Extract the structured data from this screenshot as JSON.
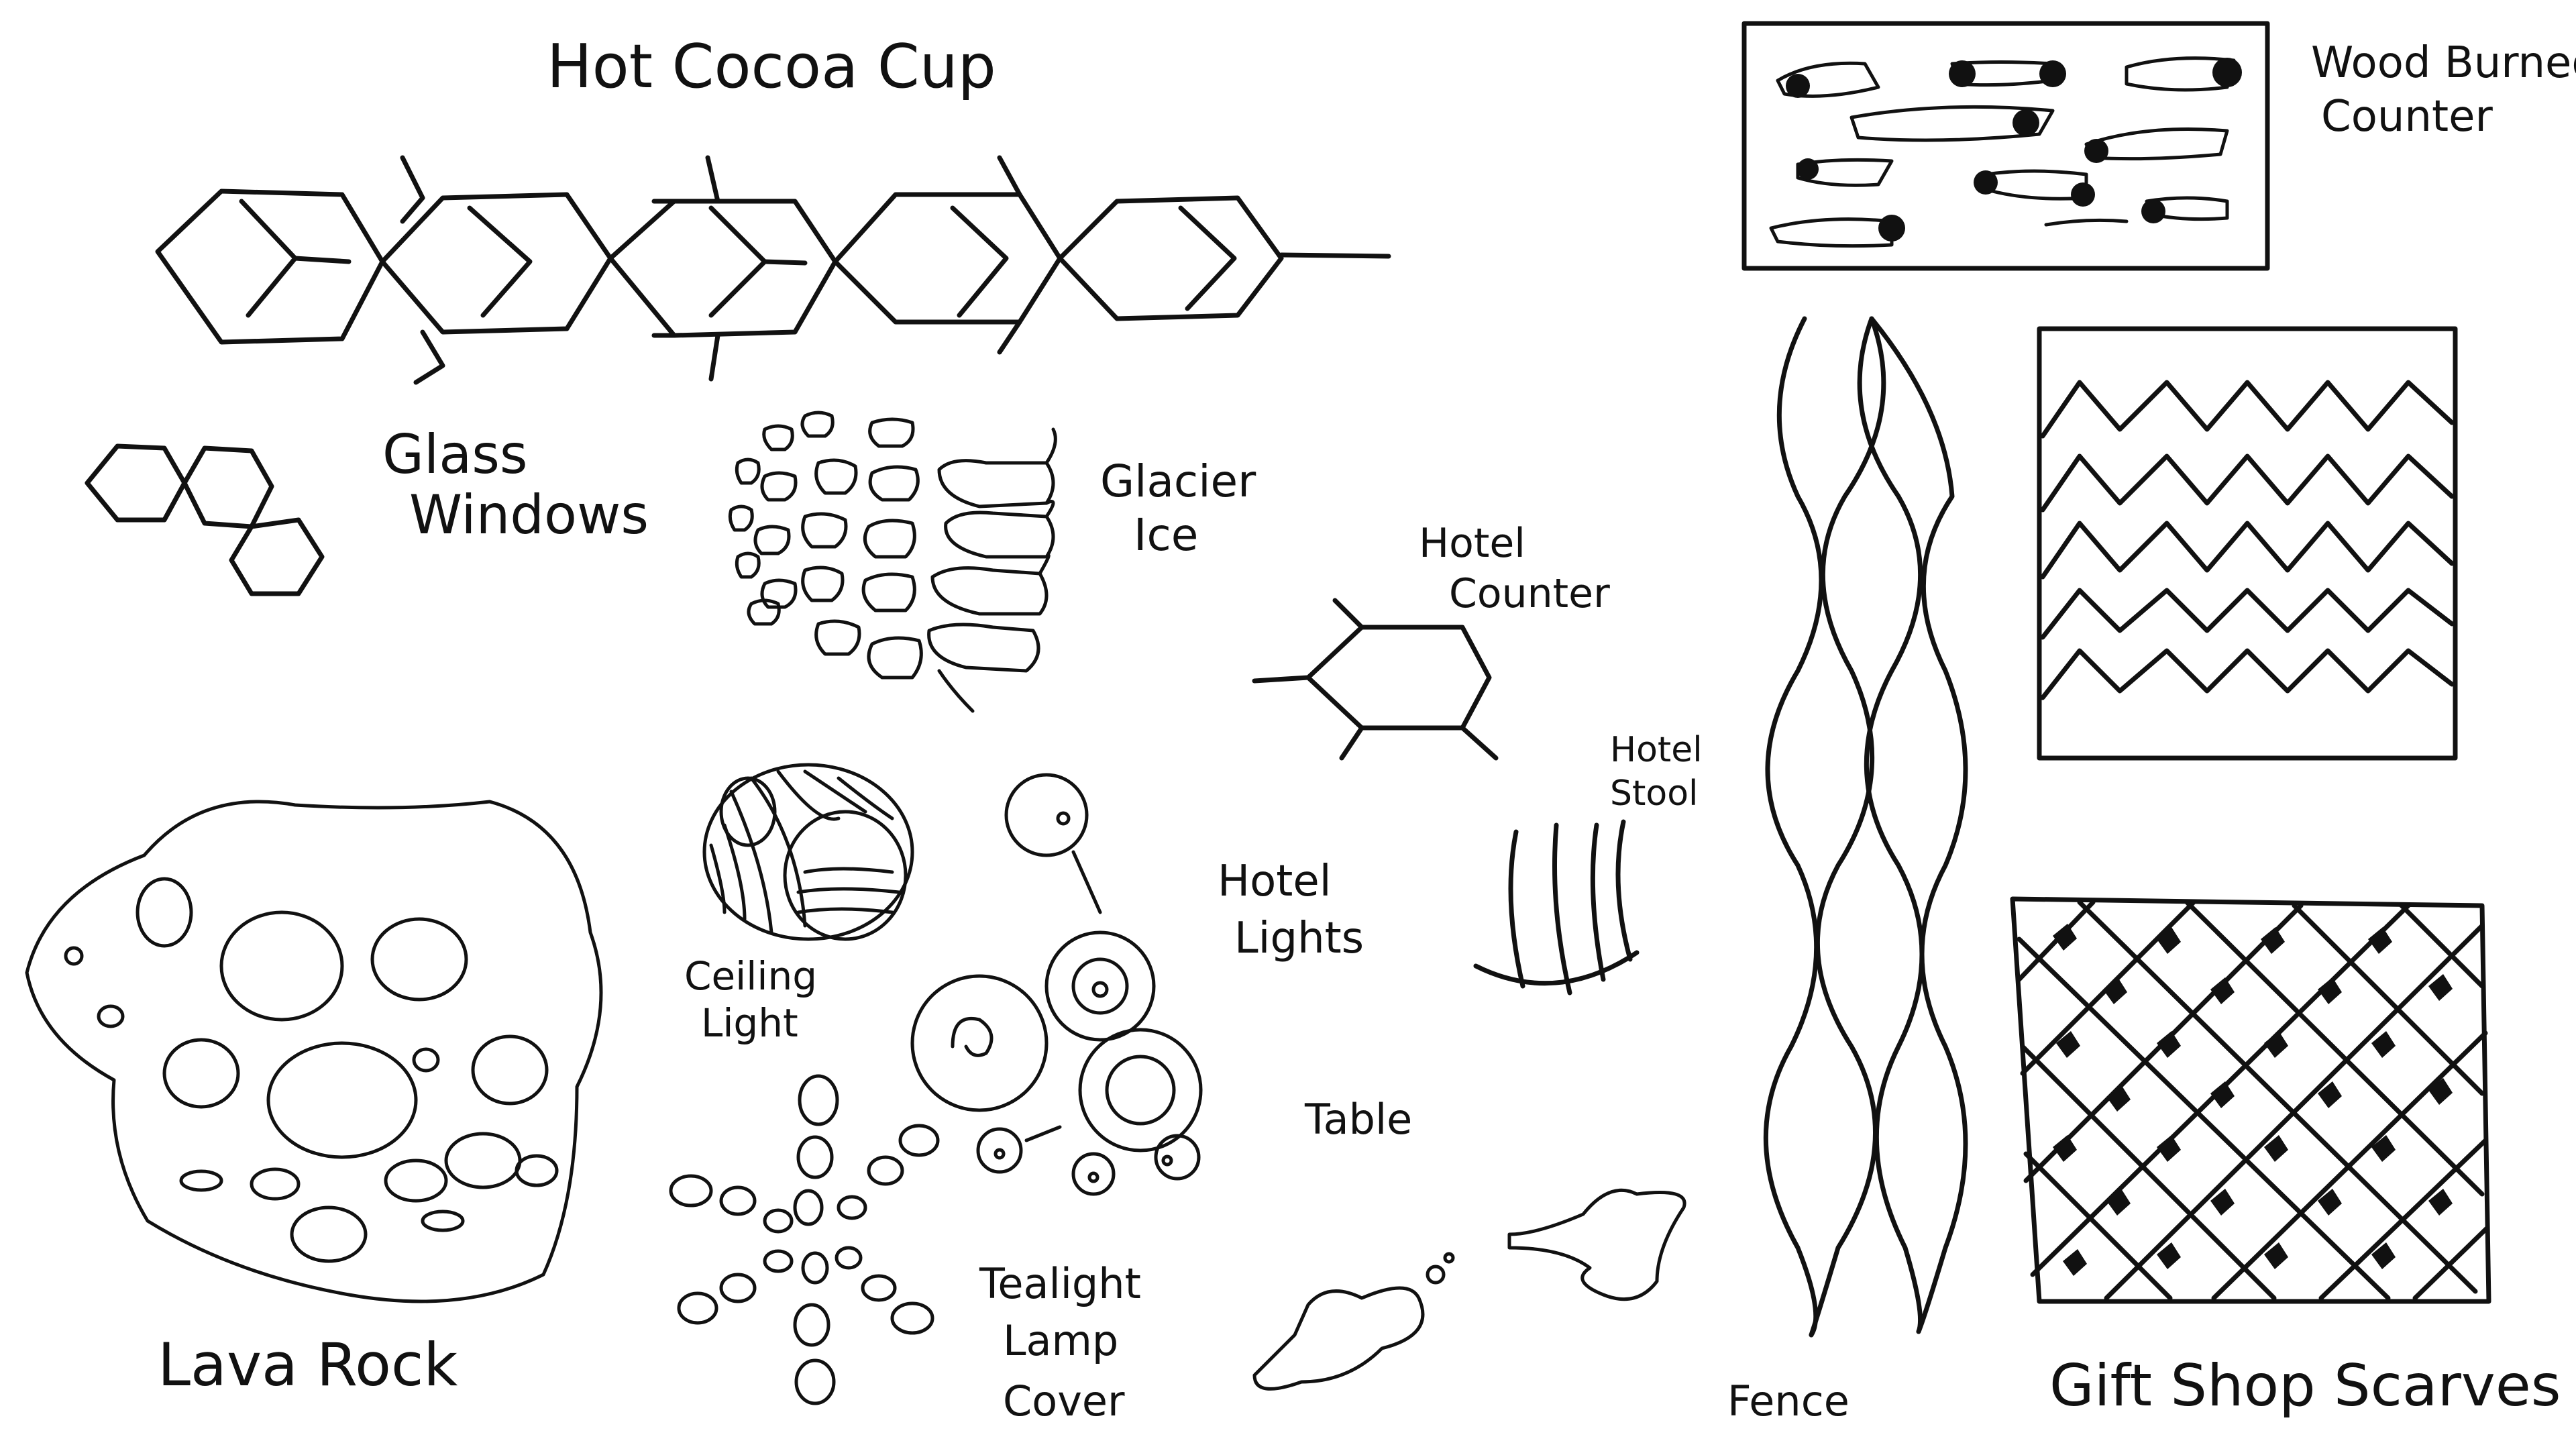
{
  "labels": {
    "hot_cocoa_cup": "Hot Cocoa Cup",
    "wood_burned": "Wood Burned",
    "counter": "Counter",
    "glass": "Glass",
    "windows": "Windows",
    "glacier": "Glacier",
    "ice": "Ice",
    "hotel_counter_1": "Hotel",
    "hotel_counter_2": "Counter",
    "hotel_stool_1": "Hotel",
    "hotel_stool_2": "Stool",
    "hotel_lights_1": "Hotel",
    "hotel_lights_2": "Lights",
    "ceiling_1": "Ceiling",
    "ceiling_2": "Light",
    "table": "Table",
    "tealight_1": "Tealight",
    "tealight_2": "Lamp",
    "tealight_3": "Cover",
    "lava_rock": "Lava Rock",
    "fence": "Fence",
    "gift_shop_scarves": "Gift Shop Scarves"
  },
  "ink_color": "#111111",
  "paper_color": "#ffffff"
}
